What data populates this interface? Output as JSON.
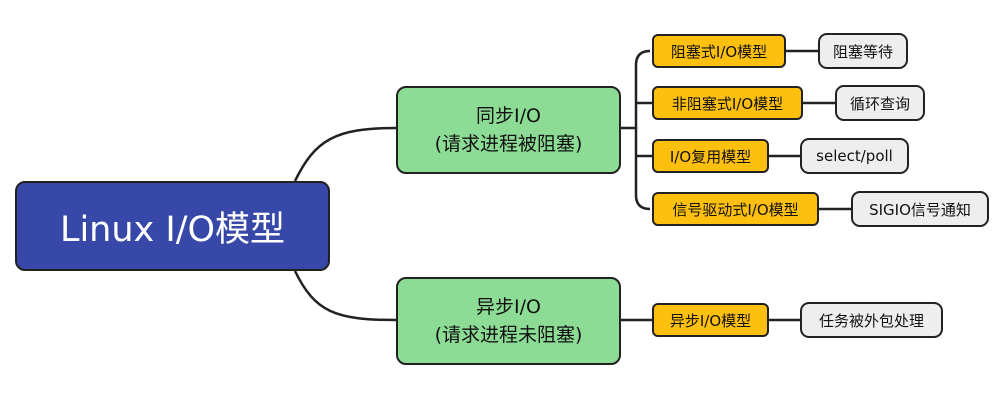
{
  "root": {
    "label": "Linux I/O模型"
  },
  "branches": [
    {
      "title": "同步I/O",
      "note": "(请求进程被阻塞)",
      "models": [
        {
          "label": "阻塞式I/O模型",
          "detail": "阻塞等待"
        },
        {
          "label": "非阻塞式I/O模型",
          "detail": "循环查询"
        },
        {
          "label": "I/O复用模型",
          "detail": "select/poll"
        },
        {
          "label": "信号驱动式I/O模型",
          "detail": "SIGIO信号通知"
        }
      ]
    },
    {
      "title": "异步I/O",
      "note": "(请求进程未阻塞)",
      "models": [
        {
          "label": "异步I/O模型",
          "detail": "任务被外包处理"
        }
      ]
    }
  ],
  "colors": {
    "root": "#3848a8",
    "branch": "#8ddc95",
    "model": "#fec00e",
    "leaf": "#eeeeee",
    "line": "#222222"
  }
}
